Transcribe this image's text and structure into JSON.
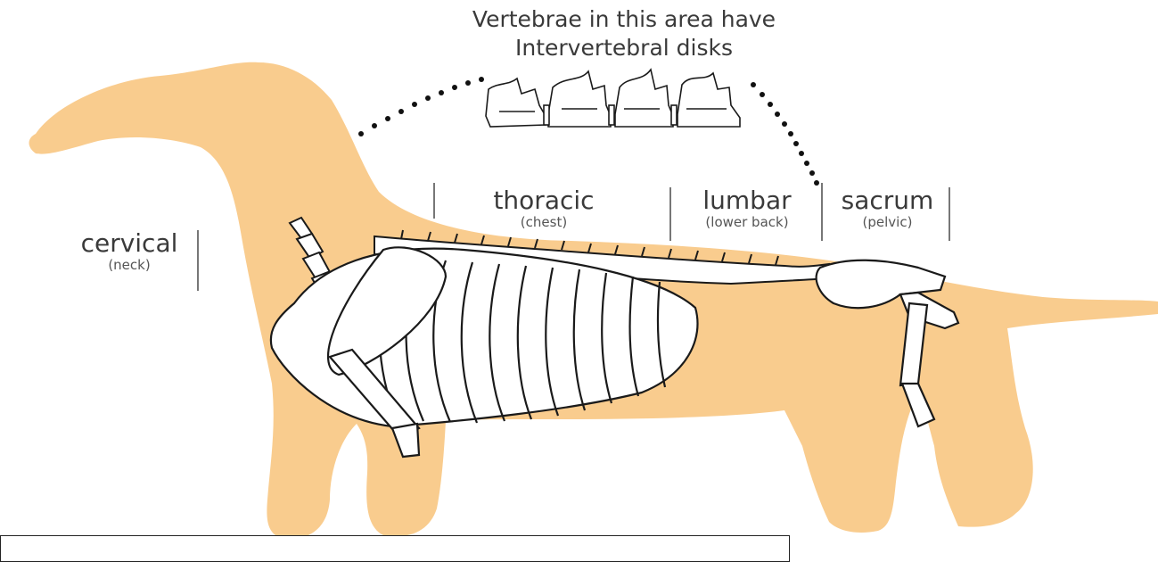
{
  "diagram": {
    "heading": {
      "line1": "Vertebrae in this area have",
      "line2": "Intervertebral disks"
    },
    "regions": [
      {
        "id": "cervical",
        "name": "cervical",
        "note": "(neck)"
      },
      {
        "id": "thoracic",
        "name": "thoracic",
        "note": "(chest)"
      },
      {
        "id": "lumbar",
        "name": "lumbar",
        "note": "(lower back)"
      },
      {
        "id": "sacrum",
        "name": "sacrum",
        "note": "(pelvic)"
      }
    ],
    "colors": {
      "silhouette": "#F9CC8E",
      "bone_fill": "#ffffff",
      "bone_line": "#1a1a1a",
      "text": "#3a3a3a",
      "separator": "#777777"
    }
  }
}
